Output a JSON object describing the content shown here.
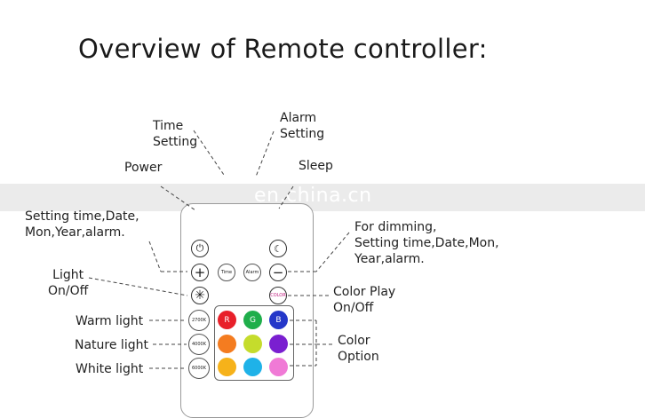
{
  "title": "Overview of Remote controller:",
  "watermark": "en.china.cn",
  "labels": {
    "time": "Time\nSetting",
    "alarm": "Alarm\nSetting",
    "power": "Power",
    "sleep": "Sleep",
    "add_key": "Setting time,Date,\nMon,Year,alarm.",
    "reduce_key": "For dimming,\nSetting time,Date,Mon,\nYear,alarm.",
    "light": "Light\nOn/Off",
    "color_play": "Color Play\nOn/Off",
    "warm": "Warm light",
    "nature": "Nature light",
    "white": "White light",
    "color_option": "Color\nOption"
  },
  "buttons": {
    "power_symbol": "⏻",
    "sleep_symbol": "☾",
    "plus": "+",
    "minus": "−",
    "time": "Time",
    "alarm": "Alarm",
    "light_symbol": "✳",
    "color_play": "COLOR",
    "warm_temp": "2700K",
    "nature_temp": "4000K",
    "white_temp": "6000K",
    "r": "R",
    "g": "G",
    "b": "B"
  },
  "colors": {
    "red": "#e8202a",
    "green": "#1fae4b",
    "blue": "#2437c9",
    "orange": "#f47c20",
    "yellow_green": "#c5dc2c",
    "purple": "#7a1fd0",
    "amber": "#f6b21a",
    "cyan": "#1fb2e8",
    "pink": "#f07ad6"
  }
}
